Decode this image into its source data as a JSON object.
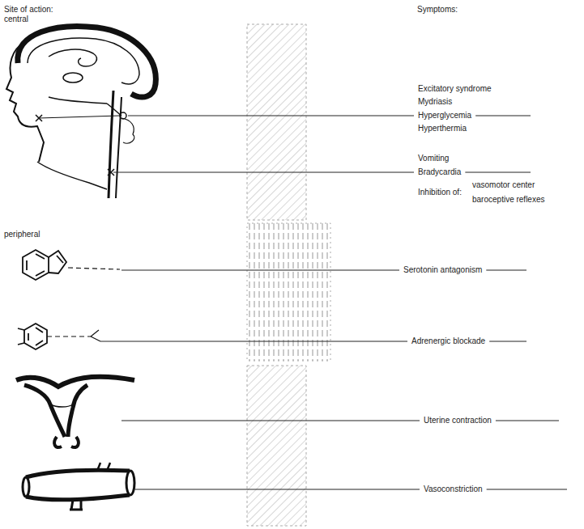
{
  "diagram": {
    "labels": [
      "Site of action:",
      "central",
      "Symptoms:",
      "Excitatory syndrome",
      "Mydriasis",
      "Hyperglycemia",
      "Hyperthermia",
      "Vomiting",
      "Bradycardia",
      "Inhibition of:",
      "vasomotor center",
      "baroceptive reflexes",
      "peripheral",
      "Serotonin antagonism",
      "Adrenergic blockade",
      "Uterine contraction",
      "Vasoconstriction"
    ]
  }
}
